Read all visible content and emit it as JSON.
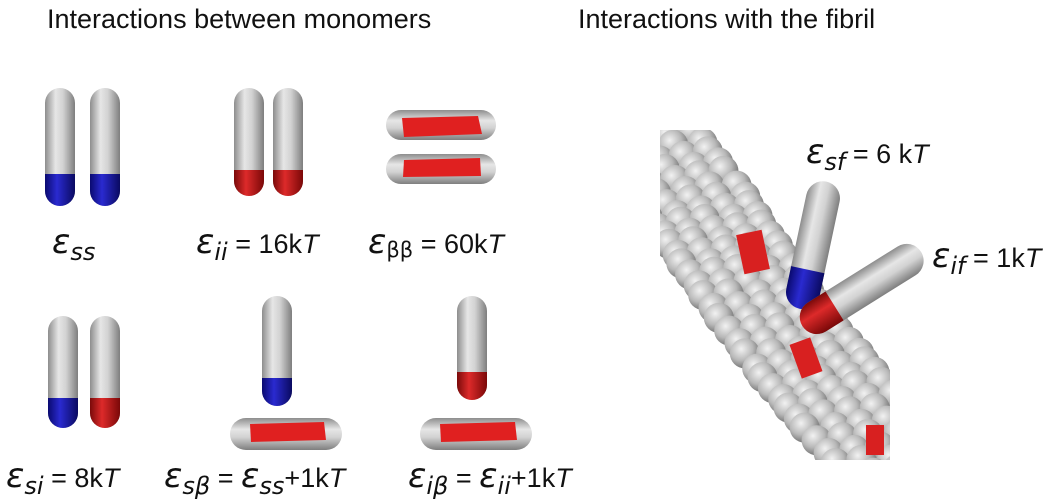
{
  "headings": {
    "monomers": "Interactions between monomers",
    "fibril": "Interactions with the fibril"
  },
  "symbols": {
    "epsilon": "ε",
    "equals": " = ",
    "plus": "+"
  },
  "labels": {
    "ss": {
      "sub": "ss"
    },
    "ii": {
      "sub": "ii",
      "value": "16k",
      "unit": "T"
    },
    "bb": {
      "sub": "ββ",
      "value": "60k",
      "unit": "T"
    },
    "si": {
      "sub": "si",
      "value": "8k",
      "unit": "T"
    },
    "sb": {
      "sub": "sβ",
      "rhs_sub": "ss",
      "value": "1k",
      "unit": "T"
    },
    "ib": {
      "sub": "iβ",
      "rhs_sub": "ii",
      "value": "1k",
      "unit": "T"
    },
    "sf": {
      "sub": "sf",
      "value": "6 k",
      "unit": "T"
    },
    "if": {
      "sub": "if",
      "value": "1k",
      "unit": "T"
    }
  },
  "colors": {
    "rod_gray": "#c9c9c9",
    "tip_blue": "#1a1aa8",
    "tip_red": "#c81414",
    "core_red": "#e02020"
  }
}
